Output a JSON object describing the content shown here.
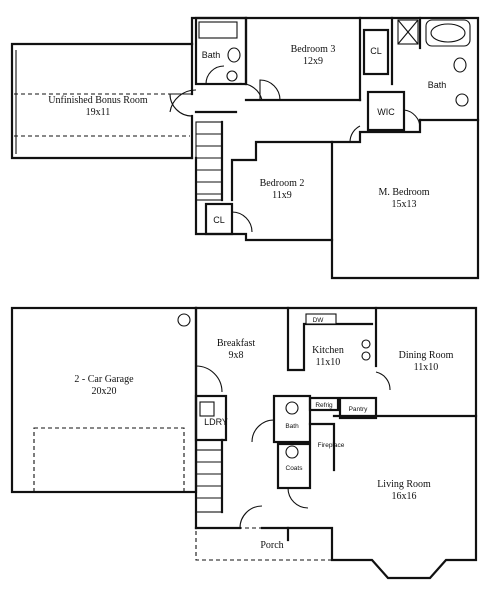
{
  "upper_floor": {
    "bonus_room": {
      "name": "Unfinished Bonus Room",
      "size": "19x11"
    },
    "bedroom3": {
      "name": "Bedroom 3",
      "size": "12x9"
    },
    "bedroom2": {
      "name": "Bedroom 2",
      "size": "11x9"
    },
    "master_bedroom": {
      "name": "M. Bedroom",
      "size": "15x13"
    },
    "bath_left": "Bath",
    "bath_right": "Bath",
    "closet_top": "CL",
    "closet_bottom": "CL",
    "walk_in_closet": "WIC"
  },
  "lower_floor": {
    "garage": {
      "name": "2 - Car Garage",
      "size": "20x20"
    },
    "breakfast": {
      "name": "Breakfast",
      "size": "9x8"
    },
    "kitchen": {
      "name": "Kitchen",
      "size": "11x10"
    },
    "dining": {
      "name": "Dining Room",
      "size": "11x10"
    },
    "living": {
      "name": "Living Room",
      "size": "16x16"
    },
    "laundry": "LDRY",
    "bath": "Bath",
    "pantry": "Pantry",
    "refrigerator": "Refrig",
    "fireplace": "Fireplace",
    "coats": "Coats",
    "porch": "Porch",
    "dw": "DW"
  }
}
